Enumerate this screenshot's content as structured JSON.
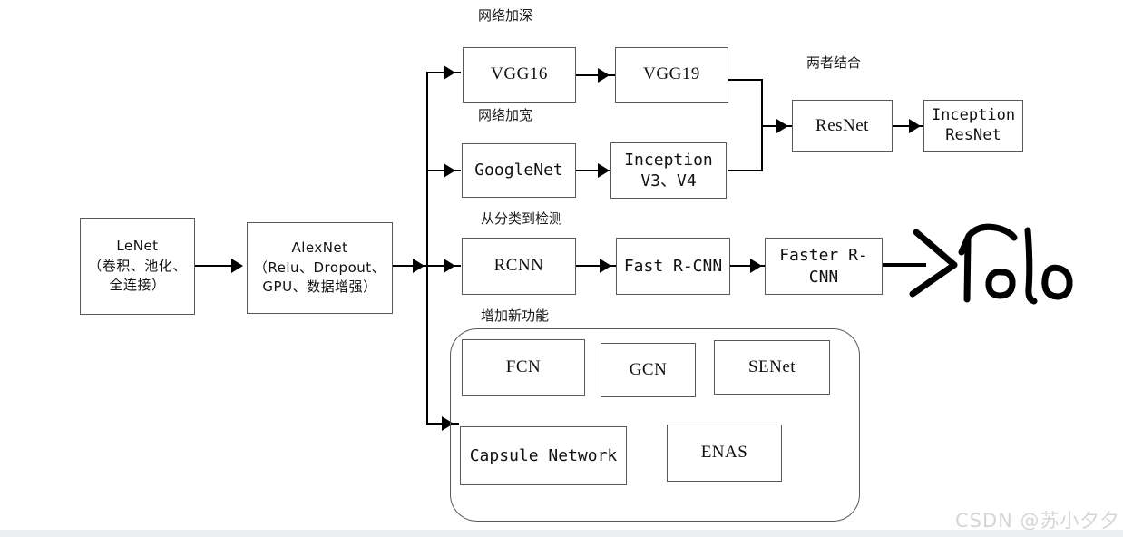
{
  "diagram": {
    "title": "CNN Architecture Evolution Flowchart",
    "captions": [
      {
        "id": "deepen",
        "text": "网络加深"
      },
      {
        "id": "widen",
        "text": "网络加宽"
      },
      {
        "id": "combine",
        "text": "两者结合"
      },
      {
        "id": "detect",
        "text": "从分类到检测"
      },
      {
        "id": "newfunc",
        "text": "增加新功能"
      }
    ],
    "nodes": {
      "lenet": {
        "label": "LeNet\n（卷积、池化、\n全连接）"
      },
      "alexnet": {
        "label": "AlexNet\n（Relu、Dropout、\nGPU、数据增强）"
      },
      "vgg16": {
        "label": "VGG16"
      },
      "vgg19": {
        "label": "VGG19"
      },
      "googlenet": {
        "label": "GoogleNet"
      },
      "inception_v3": {
        "label": "Inception\nV3、V4"
      },
      "resnet": {
        "label": "ResNet"
      },
      "inception_resnet": {
        "label": "Inception\nResNet"
      },
      "rcnn": {
        "label": "RCNN"
      },
      "fast_rcnn": {
        "label": "Fast R-CNN"
      },
      "faster_rcnn": {
        "label": "Faster R-CNN"
      },
      "fcn": {
        "label": "FCN"
      },
      "gcn": {
        "label": "GCN"
      },
      "senet": {
        "label": "SENet"
      },
      "capsule": {
        "label": "Capsule Network"
      },
      "enas": {
        "label": "ENAS"
      }
    },
    "annotation": {
      "handwritten_yolo": "Yolo"
    },
    "watermark": {
      "text": "CSDN @苏小夕夕"
    },
    "colors": {
      "box_border": "#58595b",
      "connector": "#000000",
      "background": "#ffffff",
      "watermark": "#d5d5d5",
      "footer_bar": "#eceff1"
    }
  }
}
